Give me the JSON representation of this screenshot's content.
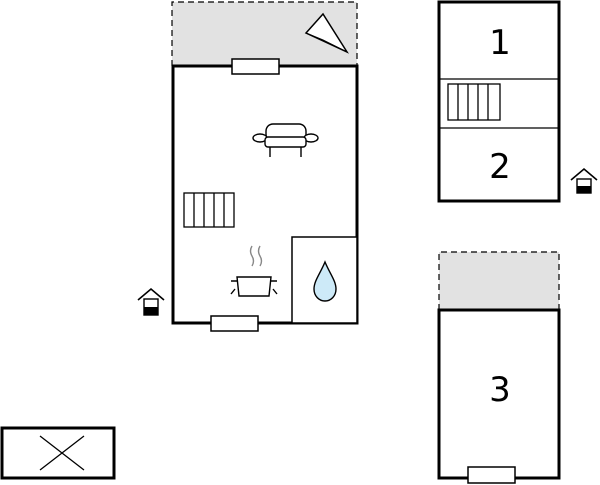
{
  "rooms": [
    {
      "number": "1"
    },
    {
      "number": "2"
    },
    {
      "number": "3"
    }
  ],
  "colors": {
    "wall": "#000000",
    "terrace": "#e2e2e2",
    "water": "#cdeaf8"
  },
  "icons": [
    "compass-icon",
    "sofa-icon",
    "stairs-icon",
    "cooking-pot-icon",
    "water-drop-icon",
    "entrance-icon",
    "window-icon",
    "carport-icon"
  ]
}
